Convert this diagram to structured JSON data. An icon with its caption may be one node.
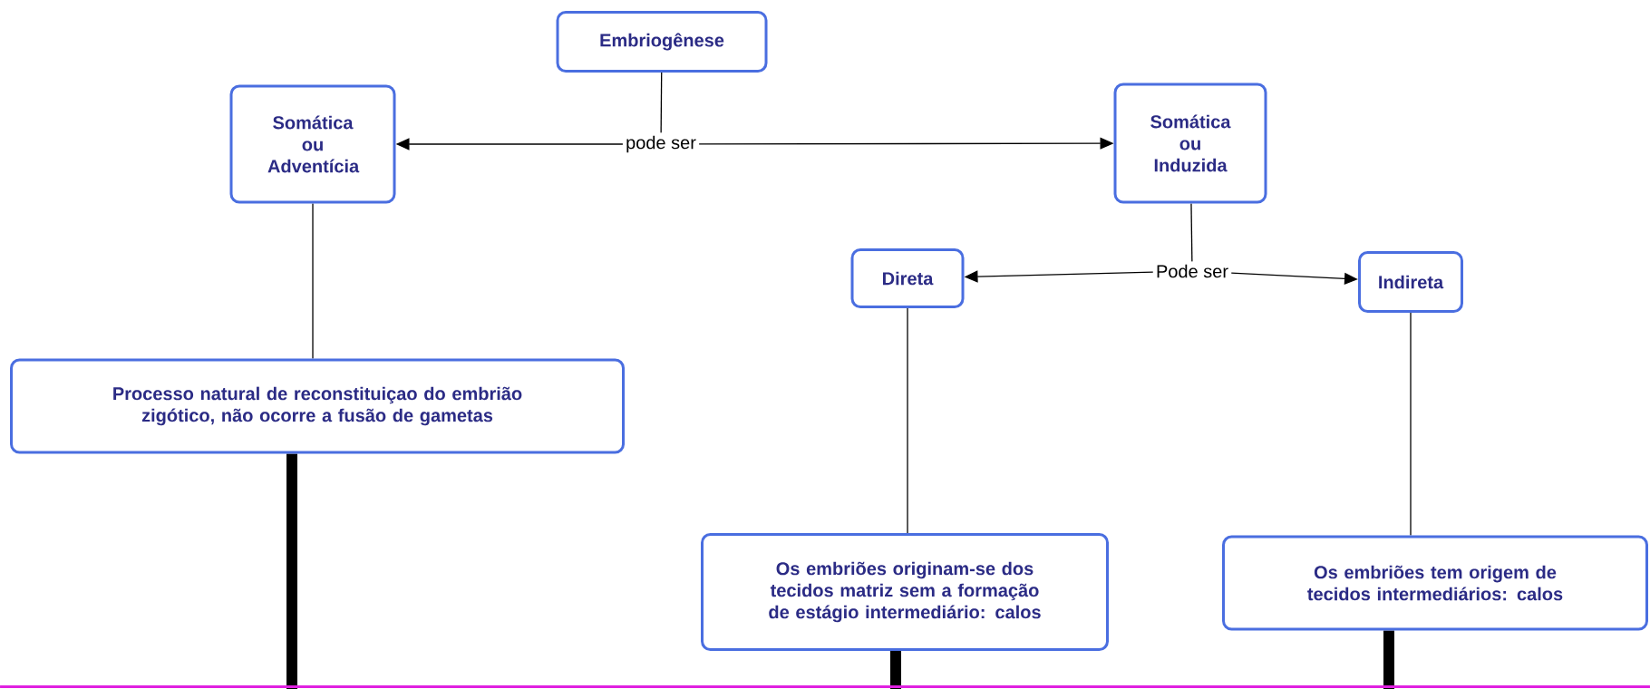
{
  "diagram": {
    "nodes": [
      {
        "text": [
          "Embriogênese"
        ]
      },
      {
        "text": [
          "Somática ou Adventícia"
        ]
      },
      {
        "text": [
          "pode ser"
        ]
      },
      {
        "text": [
          "Somática ou Induzida"
        ]
      },
      {
        "text": [
          "Direta"
        ]
      },
      {
        "text": [
          "Pode ser"
        ]
      },
      {
        "text": [
          "Indireta"
        ]
      },
      {
        "text": [
          "Processo natural de reconstituiçao do embrião zigótico, não ocorre a fusão de gametas"
        ]
      },
      {
        "text": [
          "Os embriões originam-se dos tecidos matriz sem a formação de estágio intermediário: calos"
        ]
      },
      {
        "text": [
          "Os embriões tem origem de tecidos intermediários: calos"
        ]
      }
    ],
    "edges": [
      {
        "from": 0,
        "to": 2,
        "arrow": "none"
      },
      {
        "from": 2,
        "to": 1,
        "arrow": "to"
      },
      {
        "from": 2,
        "to": 3,
        "arrow": "to"
      },
      {
        "from": 3,
        "to": 5,
        "arrow": "none"
      },
      {
        "from": 5,
        "to": 4,
        "arrow": "to"
      },
      {
        "from": 5,
        "to": 6,
        "arrow": "to"
      },
      {
        "from": 1,
        "to": 7,
        "arrow": "none"
      },
      {
        "from": 4,
        "to": 8,
        "arrow": "none"
      },
      {
        "from": 6,
        "to": 9,
        "arrow": "none"
      },
      {
        "from": 7,
        "to": null,
        "arrow": "none",
        "style": "thick"
      },
      {
        "from": 8,
        "to": null,
        "arrow": "none",
        "style": "thick"
      },
      {
        "from": 9,
        "to": null,
        "arrow": "none",
        "style": "thick"
      }
    ]
  }
}
